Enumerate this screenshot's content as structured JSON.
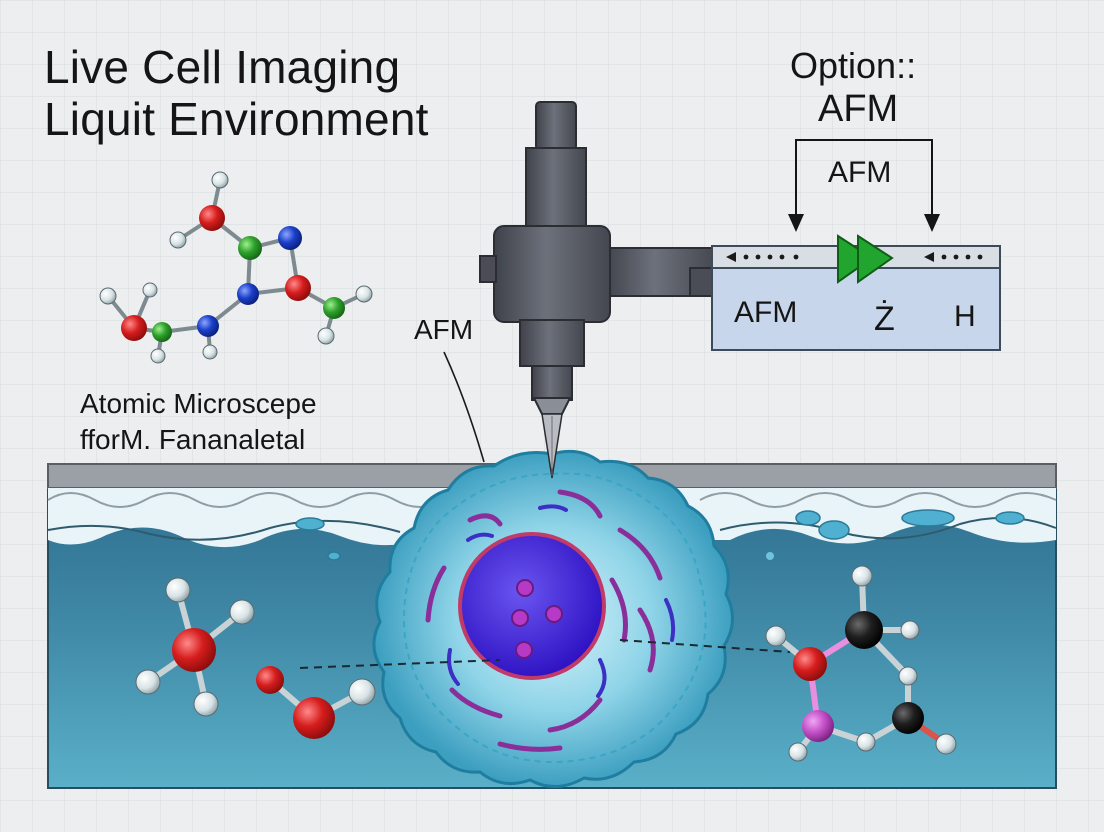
{
  "title": {
    "line1": "Live Cell Imaging",
    "line2": "Liquit Environment"
  },
  "option_box": {
    "heading": "Option::",
    "subheading": "AFM",
    "bracket_label": "AFM"
  },
  "control_panel": {
    "label": "AFM",
    "z_symbol": "Ż",
    "h_symbol": "H",
    "arrow_color": "#22a52e",
    "panel_color": "#c7d6ea"
  },
  "probe": {
    "label": "AFM"
  },
  "caption": {
    "line1": "Atomic Microscepe",
    "line2": "fforM. Fananaletal"
  },
  "colors": {
    "background": "#eceeef",
    "water": "#3f88a6",
    "cell_membrane": "#66c4dc",
    "nucleus": "#4b2ed8",
    "nucleus_rim": "#c23a68",
    "organelle": "#8a2f9a",
    "atom_red": "#d61d1d",
    "atom_green": "#2ea02c",
    "atom_blue": "#1b3fc9",
    "atom_white": "#e4ecef",
    "atom_black": "#1e1e1e",
    "atom_magenta": "#c452c9",
    "microscope": "#5c5f68"
  },
  "icons": [
    "microscope-probe-icon",
    "molecule-icon",
    "cell-icon",
    "play-arrow-icon"
  ]
}
